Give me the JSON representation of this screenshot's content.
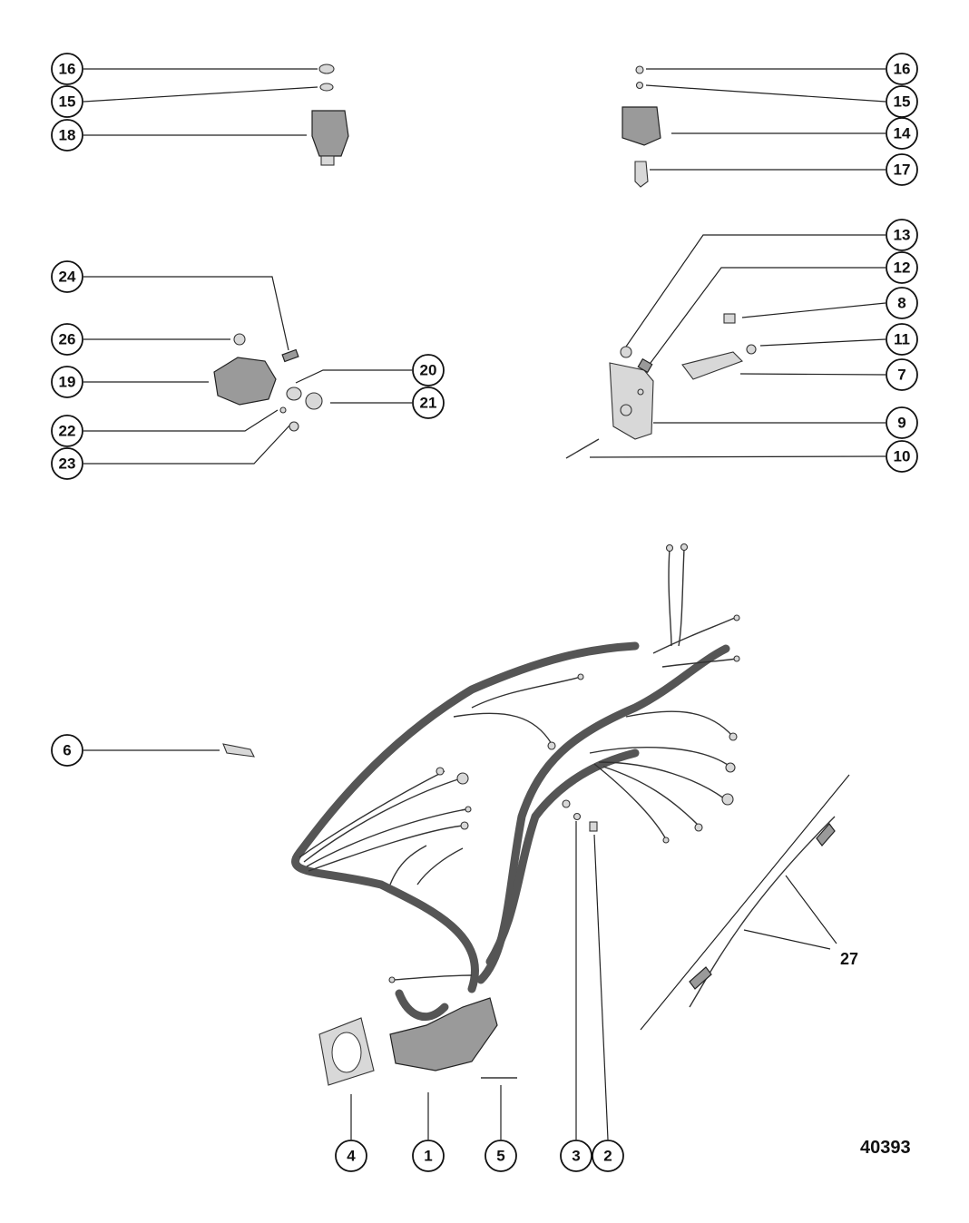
{
  "figure_number": "40393",
  "callouts": {
    "c16a": "16",
    "c15a": "15",
    "c18": "18",
    "c16b": "16",
    "c15b": "15",
    "c14": "14",
    "c17": "17",
    "c13": "13",
    "c12": "12",
    "c8": "8",
    "c11": "11",
    "c7": "7",
    "c9": "9",
    "c10": "10",
    "c24": "24",
    "c26": "26",
    "c19": "19",
    "c20": "20",
    "c21": "21",
    "c22": "22",
    "c23": "23",
    "c6": "6",
    "c4": "4",
    "c1": "1",
    "c5": "5",
    "c3": "3",
    "c2": "2"
  },
  "plain_labels": {
    "l27": "27"
  }
}
